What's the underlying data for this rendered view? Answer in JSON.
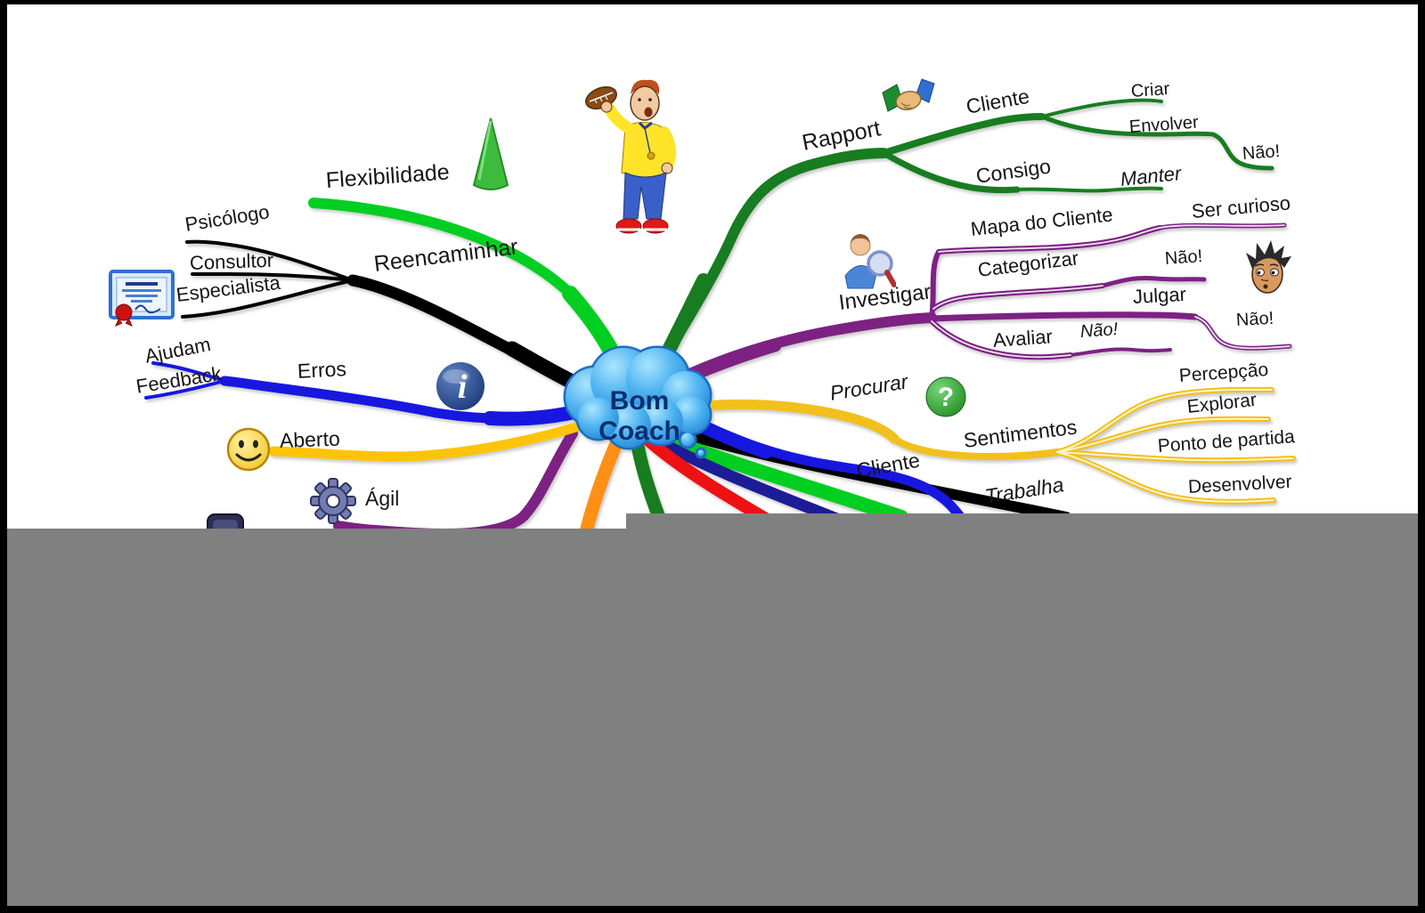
{
  "title": "Bom Coach",
  "colors": {
    "flexibilidade": "#00cf21",
    "rapport": "#177d20",
    "reencaminhar": "#000000",
    "investigar": "#7d2183",
    "erros": "#1717e0",
    "aberto": "#ffc408",
    "procurar": "#f2c01c",
    "agil": "#7d2183",
    "cliente_branch": "#1717e0",
    "stub_orange": "#ff9015",
    "stub_red": "#ee1111",
    "stub_navy": "#1c1c96",
    "stub_green": "#00cf21",
    "stub_darkgreen": "#177d20",
    "stub_black": "#000000",
    "overlay_gray": "#808080",
    "cloud_text": "#0a2f6e"
  },
  "center": {
    "label": "Bom Coach"
  },
  "branches": {
    "rapport": {
      "label": "Rapport",
      "icon": "handshake-icon",
      "cliente": {
        "label": "Cliente",
        "criar": {
          "label": "Criar"
        },
        "envolver": {
          "label": "Envolver",
          "nao": {
            "label": "Não!"
          }
        }
      },
      "consigo": {
        "label": "Consigo",
        "manter": {
          "label": "Manter"
        }
      }
    },
    "investigar": {
      "label": "Investigar",
      "icon": "detective-icon",
      "mapa_do_cliente": {
        "label": "Mapa do Cliente",
        "ser_curioso": {
          "label": "Ser curioso"
        }
      },
      "categorizar": {
        "label": "Categorizar",
        "nao": {
          "label": "Não!"
        }
      },
      "julgar": {
        "label": "Julgar",
        "nao": {
          "label": "Não!"
        }
      },
      "avaliar": {
        "label": "Avaliar",
        "nao": {
          "label": "Não!"
        }
      }
    },
    "flexibilidade": {
      "label": "Flexibilidade",
      "icon": "cone-icon"
    },
    "reencaminhar": {
      "label": "Reencaminhar",
      "icon": "certificate-icon",
      "psicologo": {
        "label": "Psicólogo"
      },
      "consultor": {
        "label": "Consultor"
      },
      "especialista": {
        "label": "Especialista"
      }
    },
    "erros": {
      "label": "Erros",
      "icon": "info-icon",
      "ajudam": {
        "label": "Ajudam"
      },
      "feedback": {
        "label": "Feedback"
      }
    },
    "aberto": {
      "label": "Aberto",
      "icon": "smiley-icon"
    },
    "agil": {
      "label": "Ágil",
      "icon": "gear-icon"
    },
    "procurar": {
      "label": "Procurar",
      "icon": "question-icon",
      "sentimentos": {
        "label": "Sentimentos",
        "percepcao": {
          "label": "Percepção"
        },
        "explorar": {
          "label": "Explorar"
        },
        "ponto_de_partida": {
          "label": "Ponto de partida"
        },
        "desenvolver": {
          "label": "Desenvolver"
        }
      }
    },
    "cliente": {
      "label": "Cliente",
      "trabalha": {
        "label": "Trabalha"
      }
    }
  }
}
